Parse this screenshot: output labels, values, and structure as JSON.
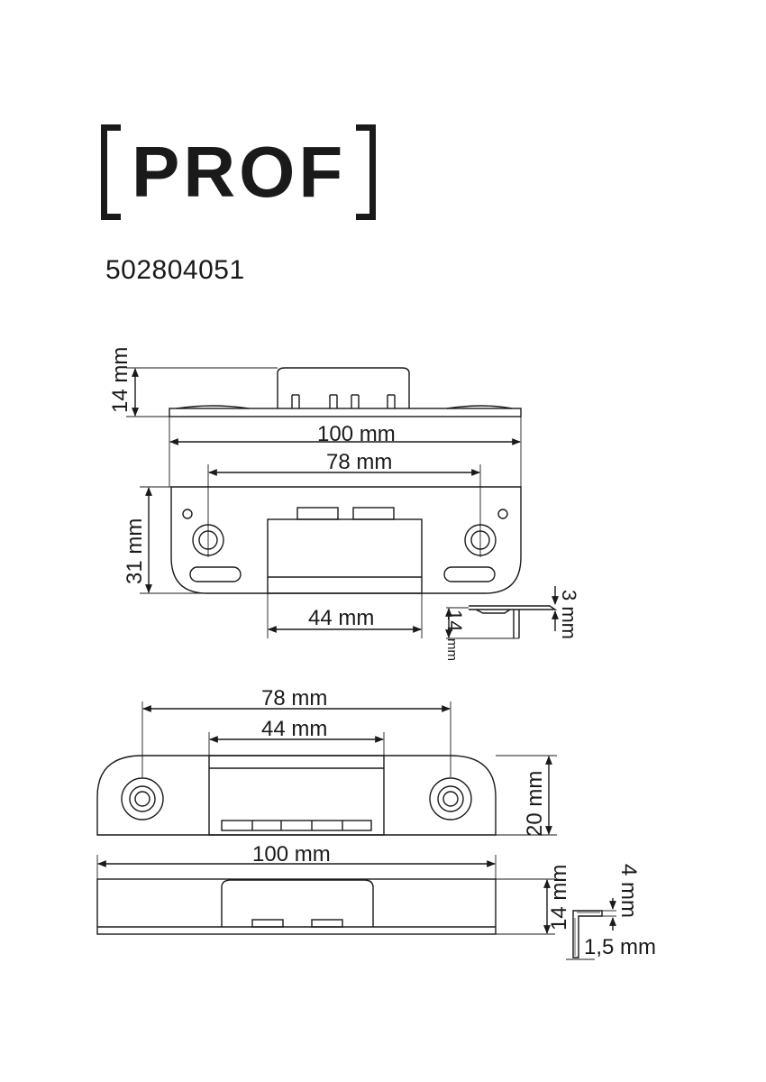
{
  "brand": {
    "logo_text": "PROF"
  },
  "product_code": "502804051",
  "dimensions": {
    "d1_height": "14 mm",
    "d1_length": "100 mm",
    "d2_hole_spacing": "78 mm",
    "d2_height": "31 mm",
    "d2_opening": "44 mm",
    "side1_height": "14",
    "side1_unit": "mm",
    "side1_thickness": "3 mm",
    "d3_hole_spacing": "78 mm",
    "d3_opening": "44 mm",
    "d3_height": "20 mm",
    "d4_length": "100 mm",
    "d4_height": "14 mm",
    "side2_flange": "4 mm",
    "side2_thickness": "1,5 mm"
  }
}
